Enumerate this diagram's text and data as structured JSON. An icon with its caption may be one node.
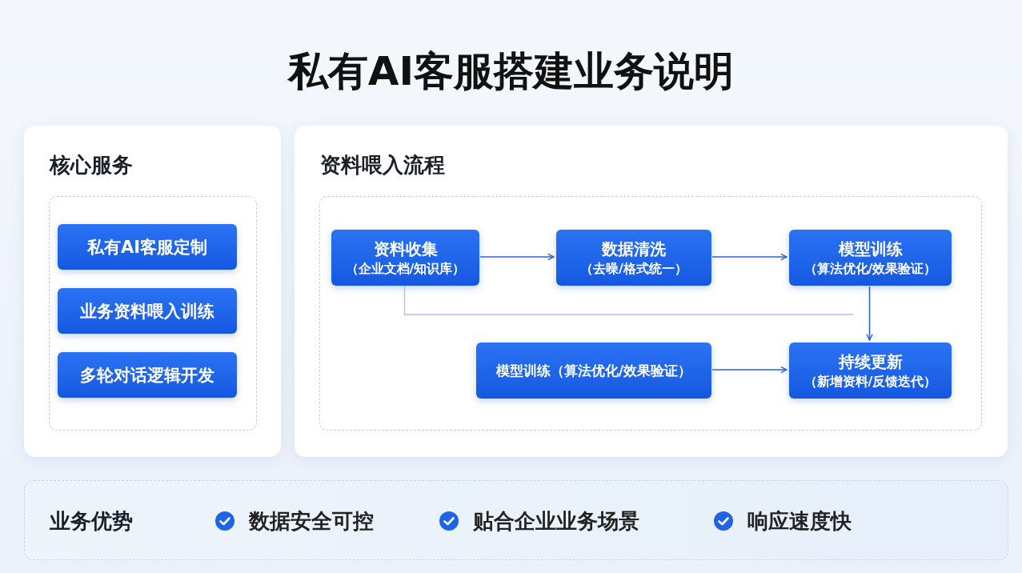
{
  "diagram": {
    "title": "私有AI客服搭建业务说明",
    "nodes": [
      {
        "text": [
          "核心服务"
        ]
      },
      {
        "text": [],
        "shape": "box",
        "in": 0
      },
      {
        "text": [
          "私有AI客服定制"
        ],
        "in": 1
      },
      {
        "text": [
          "业务资料喂入训练"
        ],
        "in": 1
      },
      {
        "text": [
          "多轮对话逻辑开发"
        ],
        "in": 1
      },
      {
        "text": [
          "资料喂入流程"
        ]
      },
      {
        "text": [],
        "shape": "box",
        "in": 5
      },
      {
        "text": [
          "资料收集",
          "（企业文档/知识库）"
        ],
        "in": 6
      },
      {
        "text": [
          "数据清洗",
          "（去噪/格式统一）"
        ],
        "in": 6
      },
      {
        "text": [
          "模型训练",
          "（算法优化/效果验证）"
        ],
        "in": 6
      },
      {
        "text": [
          "模型训练（算法优化/效果验证）"
        ],
        "in": 6
      },
      {
        "text": [
          "持续更新",
          "（新增资料/反馈迭代）"
        ],
        "in": 6
      },
      {
        "text": [
          "业务优势",
          "数据安全可控",
          "贴合企业业务场景",
          "响应速度快"
        ]
      }
    ],
    "edges": [
      {
        "from": 7,
        "to": 8,
        "arrow": "to"
      },
      {
        "from": 8,
        "to": 9,
        "arrow": "to"
      },
      {
        "from": 9,
        "to": 11,
        "arrow": "to"
      },
      {
        "from": 10,
        "to": 11,
        "arrow": "to"
      },
      {
        "from": 7,
        "to": null,
        "arrow": "none",
        "color": "#a9c2f0"
      }
    ]
  }
}
